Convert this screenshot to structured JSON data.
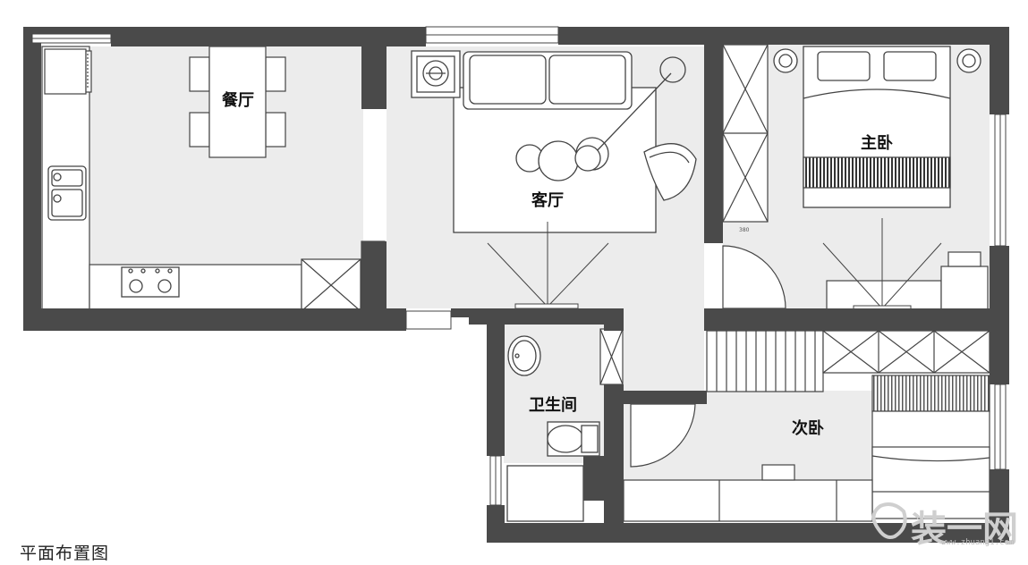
{
  "rooms": {
    "dining": "餐厅",
    "living": "客厅",
    "master_bedroom": "主卧",
    "bathroom": "卫生间",
    "second_bedroom": "次卧"
  },
  "dimension_note": "380",
  "caption": "平面布置图",
  "watermark": {
    "brand": "装一网",
    "url": "www.zhuang1.com"
  },
  "colors": {
    "wall": "#4a4a4a",
    "floor": "#ececec",
    "line": "#3a3a3a"
  }
}
